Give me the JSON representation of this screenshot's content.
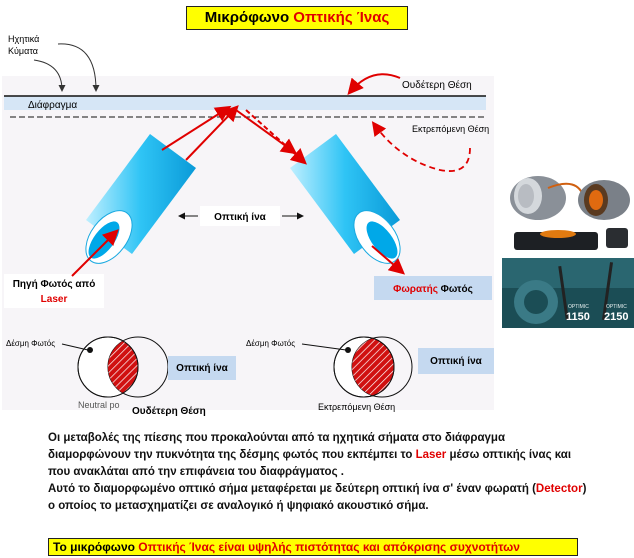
{
  "title": {
    "prefix": "Μικρόφωνο ",
    "highlight": "Οπτικής Ίνας"
  },
  "labels": {
    "sound_waves_line1": "Ηχητικά",
    "sound_waves_line2": "Κύματα",
    "diaphragm": "Διάφραγμα",
    "neutral_position": "Ουδέτερη Θέση",
    "deflected_position": "Εκτρεπόμενη Θέση",
    "optical_fiber": "Οπτική ίνα",
    "light_source_line1": "Πηγή Φωτός από",
    "light_source_line2": "Laser",
    "detector_prefix": "Φωρατής",
    "detector_suffix": " Φωτός",
    "light_beam_left": "Δέσμη Φωτός",
    "light_beam_right": "Δέσμη Φωτός",
    "optical_fiber_left": "Οπτική ίνα",
    "optical_fiber_right": "Οπτική ίνα",
    "neutral_pos_en": "Neutral po",
    "neutral_position_bottom": "Ουδέτερη Θέση",
    "deflected_position_bottom": "Εκτρεπόμενη Θέση"
  },
  "photo_labels": {
    "model_a": "1150",
    "model_b": "2150",
    "brand_a": "OPTIMIC",
    "brand_b": "OPTIMIC"
  },
  "description": {
    "p1_a": "Οι μεταβολές της πίεσης που προκαλούνται από τα ηχητικά σήματα στο διάφραγμα διαμορφώνουν την πυκνότητα της δέσμης φωτός που εκπέμπει το ",
    "p1_laser": "Laser",
    "p1_b": " μέσω οπτικής ίνας και που ανακλάται από την επιφάνεια του διαφράγματος .",
    "p2_a": "Αυτό το διαμορφωμένο οπτικό σήμα μεταφέρεται με δεύτερη οπτική ίνα σ' έναν φωρατή (",
    "p2_detector": "Detector",
    "p2_b": ") ο οποίος το μετασχηματίζει σε αναλογικό ή ψηφιακό ακουστικό σήμα."
  },
  "footer": {
    "prefix": "Το μικρόφωνο ",
    "highlight": "Οπτικής Ίνας είναι υψηλής πιστότητας και απόκρισης συχνοτήτων"
  },
  "colors": {
    "accent_red": "#e00000",
    "highlight_yellow": "#ffff00",
    "fiber_blue": "#00b0f0",
    "label_box": "#c5d9f0"
  }
}
